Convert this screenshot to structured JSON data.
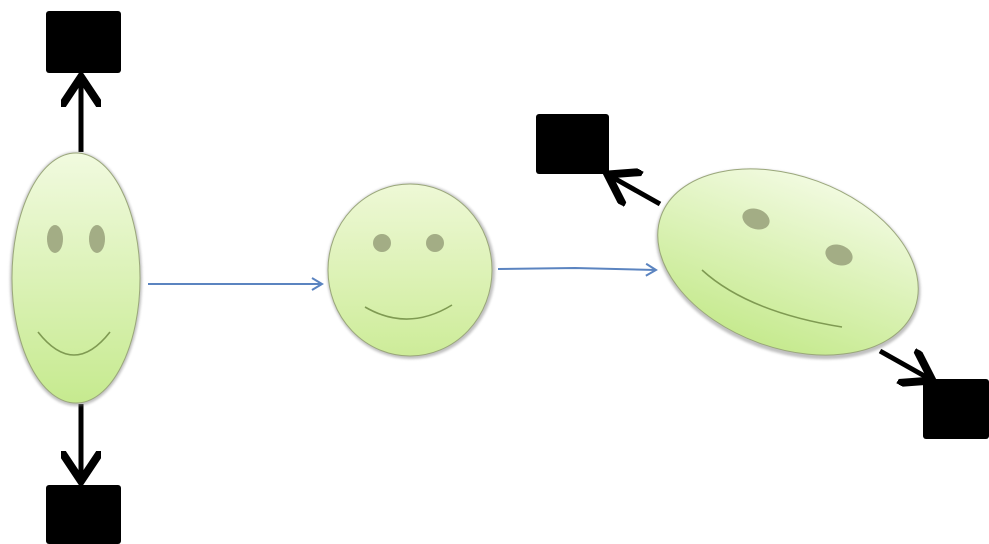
{
  "diagram": {
    "type": "shape-transformation",
    "colors": {
      "face_fill_light": "#eef8d6",
      "face_fill_dark": "#c8eb93",
      "face_outline": "#9aa77a",
      "feature": "#a3ad85",
      "mouth": "#7f9a52",
      "handle": "#000000",
      "stretch_arrow": "#000000",
      "flow_arrow": "#5b84c0"
    },
    "stages": [
      {
        "name": "vertically-stretched-face",
        "handles": 2
      },
      {
        "name": "round-face",
        "handles": 0
      },
      {
        "name": "diagonally-stretched-face",
        "handles": 2
      }
    ],
    "flow_arrows": 2
  }
}
